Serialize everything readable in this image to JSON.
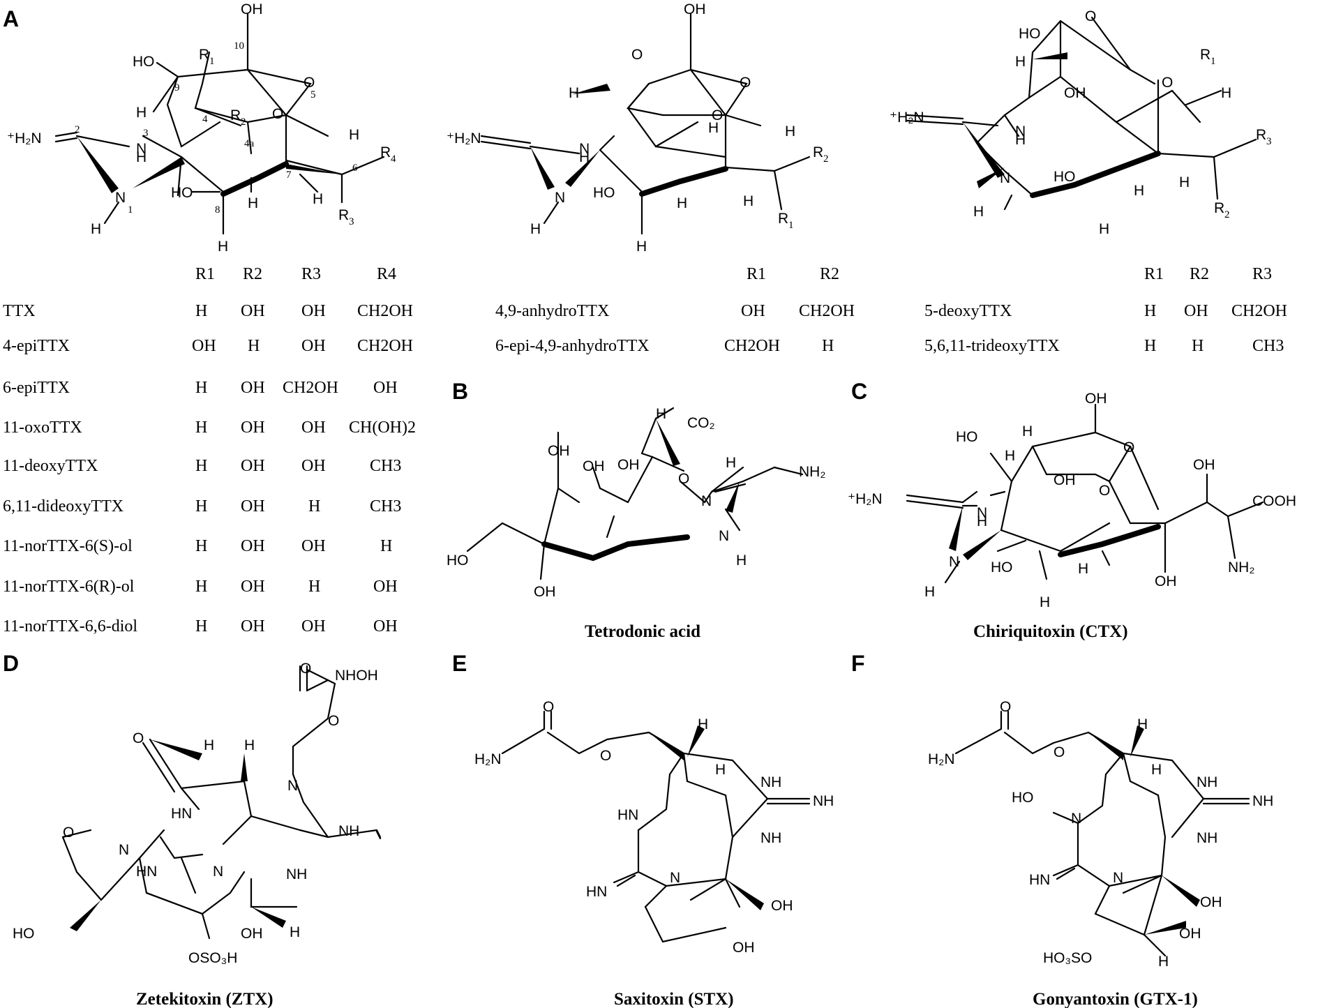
{
  "panels": [
    {
      "id": "A",
      "letter": "A"
    },
    {
      "id": "B",
      "letter": "B"
    },
    {
      "id": "C",
      "letter": "C"
    },
    {
      "id": "D",
      "letter": "D"
    },
    {
      "id": "E",
      "letter": "E"
    },
    {
      "id": "F",
      "letter": "F"
    }
  ],
  "table_ttx": {
    "headers": [
      "R1",
      "R2",
      "R3",
      "R4"
    ],
    "rows": [
      {
        "name": "TTX",
        "r1": "H",
        "r2": "OH",
        "r3": "OH",
        "r4": "CH2OH"
      },
      {
        "name": "4-epiTTX",
        "r1": "OH",
        "r2": "H",
        "r3": "OH",
        "r4": "CH2OH"
      },
      {
        "name": "6-epiTTX",
        "r1": "H",
        "r2": "OH",
        "r3": "CH2OH",
        "r4": "OH"
      },
      {
        "name": "11-oxoTTX",
        "r1": "H",
        "r2": "OH",
        "r3": "OH",
        "r4": "CH(OH)2"
      },
      {
        "name": "11-deoxyTTX",
        "r1": "H",
        "r2": "OH",
        "r3": "OH",
        "r4": "CH3"
      },
      {
        "name": "6,11-dideoxyTTX",
        "r1": "H",
        "r2": "OH",
        "r3": "H",
        "r4": "CH3"
      },
      {
        "name": "11-norTTX-6(S)-ol",
        "r1": "H",
        "r2": "OH",
        "r3": "OH",
        "r4": "H"
      },
      {
        "name": "11-norTTX-6(R)-ol",
        "r1": "H",
        "r2": "OH",
        "r3": "H",
        "r4": "OH"
      },
      {
        "name": "11-norTTX-6,6-diol",
        "r1": "H",
        "r2": "OH",
        "r3": "OH",
        "r4": "OH"
      }
    ]
  },
  "table_anhydro": {
    "headers": [
      "R1",
      "R2"
    ],
    "rows": [
      {
        "name": "4,9-anhydroTTX",
        "r1": "OH",
        "r2": "CH2OH"
      },
      {
        "name": "6-epi-4,9-anhydroTTX",
        "r1": "CH2OH",
        "r2": "H"
      }
    ]
  },
  "table_deoxy": {
    "headers": [
      "R1",
      "R2",
      "R3"
    ],
    "rows": [
      {
        "name": "5-deoxyTTX",
        "r1": "H",
        "r2": "OH",
        "r3": "CH2OH"
      },
      {
        "name": "5,6,11-trideoxyTTX",
        "r1": "H",
        "r2": "H",
        "r3": "CH3"
      }
    ]
  },
  "captions": {
    "b": "Tetrodonic acid",
    "c": "Chiriquitoxin (CTX)",
    "d": "Zetekitoxin (ZTX)",
    "e": "Saxitoxin  (STX)",
    "f": "Gonyantoxin  (GTX-1)"
  }
}
